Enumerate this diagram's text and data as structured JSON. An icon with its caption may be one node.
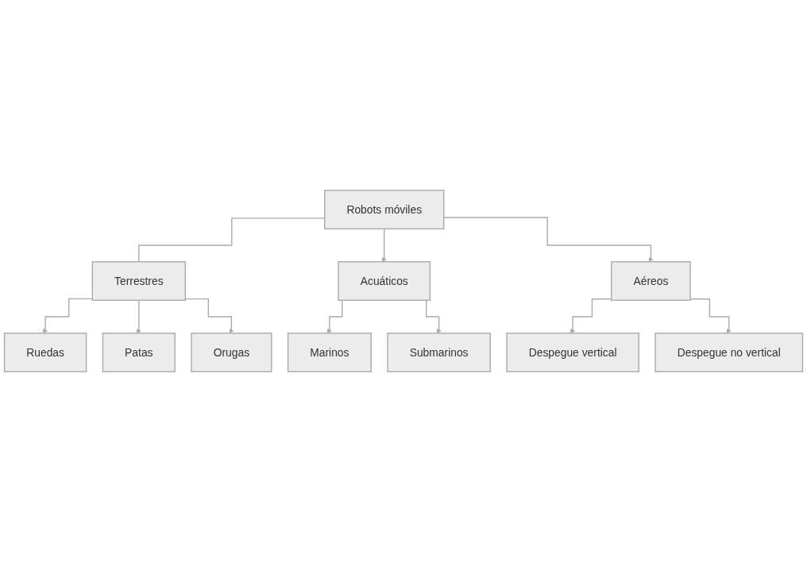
{
  "diagram": {
    "nodes": [
      {
        "text": [
          "Robots móviles"
        ]
      },
      {
        "text": [
          "Terrestres"
        ]
      },
      {
        "text": [
          "Acuáticos"
        ]
      },
      {
        "text": [
          "Aéreos"
        ]
      },
      {
        "text": [
          "Ruedas"
        ]
      },
      {
        "text": [
          "Patas"
        ]
      },
      {
        "text": [
          "Orugas"
        ]
      },
      {
        "text": [
          "Marinos"
        ]
      },
      {
        "text": [
          "Submarinos"
        ]
      },
      {
        "text": [
          "Despegue vertical"
        ]
      },
      {
        "text": [
          "Despegue no vertical"
        ]
      }
    ],
    "edges": [
      {
        "from": 0,
        "to": 1,
        "arrow": "none"
      },
      {
        "from": 0,
        "to": 2,
        "arrow": "to"
      },
      {
        "from": 0,
        "to": 3,
        "arrow": "to"
      },
      {
        "from": 1,
        "to": 4,
        "arrow": "to"
      },
      {
        "from": 1,
        "to": 5,
        "arrow": "to"
      },
      {
        "from": 1,
        "to": 6,
        "arrow": "to"
      },
      {
        "from": 2,
        "to": 7,
        "arrow": "to"
      },
      {
        "from": 2,
        "to": 8,
        "arrow": "to"
      },
      {
        "from": 3,
        "to": 9,
        "arrow": "to"
      },
      {
        "from": 3,
        "to": 10,
        "arrow": "to"
      }
    ]
  }
}
